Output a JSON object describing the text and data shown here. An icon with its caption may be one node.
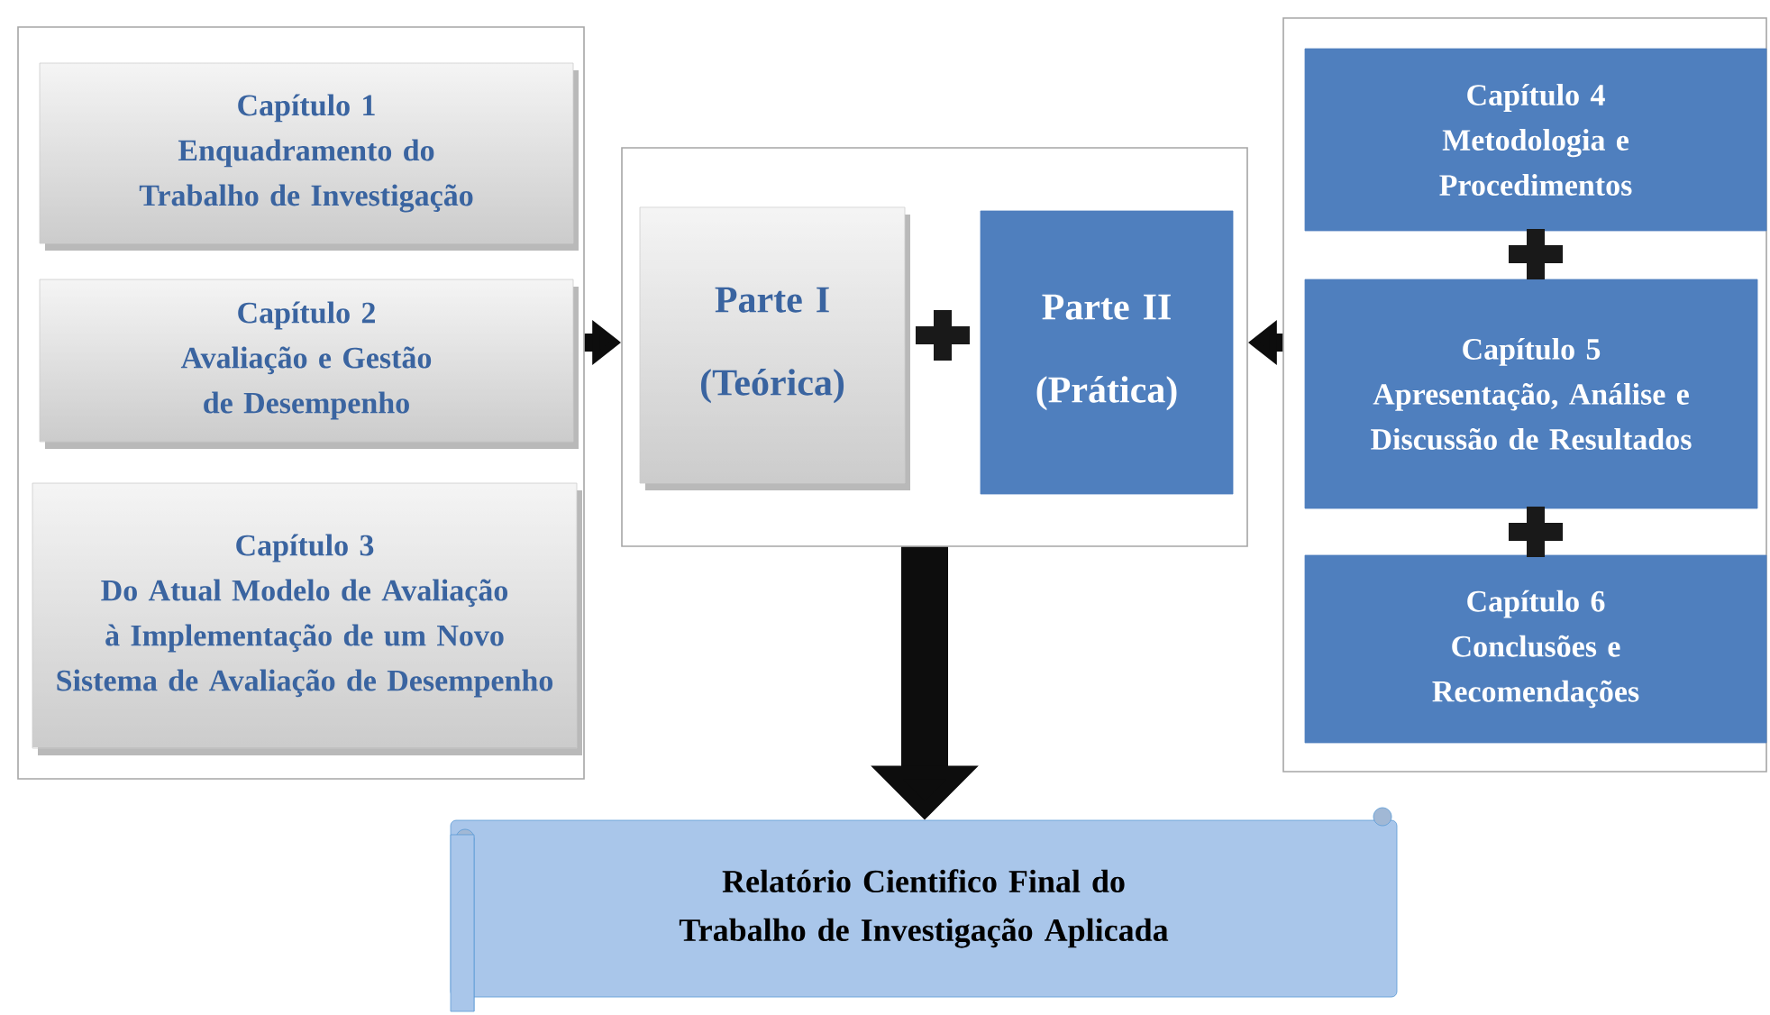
{
  "diagram": {
    "nodes": [
      {
        "text": [],
        "shape": "box"
      },
      {
        "text": [
          "Capítulo 1",
          "Enquadramento do Trabalho de Investigação"
        ],
        "in": 0
      },
      {
        "text": [
          "Capítulo 2",
          "Avaliação e Gestão de Desempenho"
        ],
        "in": 0
      },
      {
        "text": [
          "Capítulo 3",
          "Do Atual Modelo de Avaliação à Implementação de um Novo Sistema de Avaliação de Desempenho"
        ],
        "in": 0
      },
      {
        "text": [],
        "shape": "box"
      },
      {
        "text": [
          "Parte I",
          "(Teórica)"
        ],
        "in": 4
      },
      {
        "text": [
          "Parte II",
          "(Prática)"
        ],
        "in": 4
      },
      {
        "text": [],
        "shape": "box"
      },
      {
        "text": [
          "Capítulo 4",
          "Metodologia e Procedimentos"
        ],
        "in": 7
      },
      {
        "text": [
          "Capítulo 5",
          "Apresentação, Análise e Discussão de Resultados"
        ],
        "in": 7
      },
      {
        "text": [
          "Capítulo 6",
          "Conclusões e Recomendações"
        ],
        "in": 7
      },
      {
        "text": [
          "Relatório Cientifico Final do Trabalho de Investigação Aplicada"
        ]
      }
    ],
    "edges": [
      {
        "from": 0,
        "to": 4,
        "arrow": "to"
      },
      {
        "from": 7,
        "to": 4,
        "arrow": "to"
      },
      {
        "from": 4,
        "to": 11,
        "arrow": "to",
        "style": "thick"
      }
    ]
  }
}
